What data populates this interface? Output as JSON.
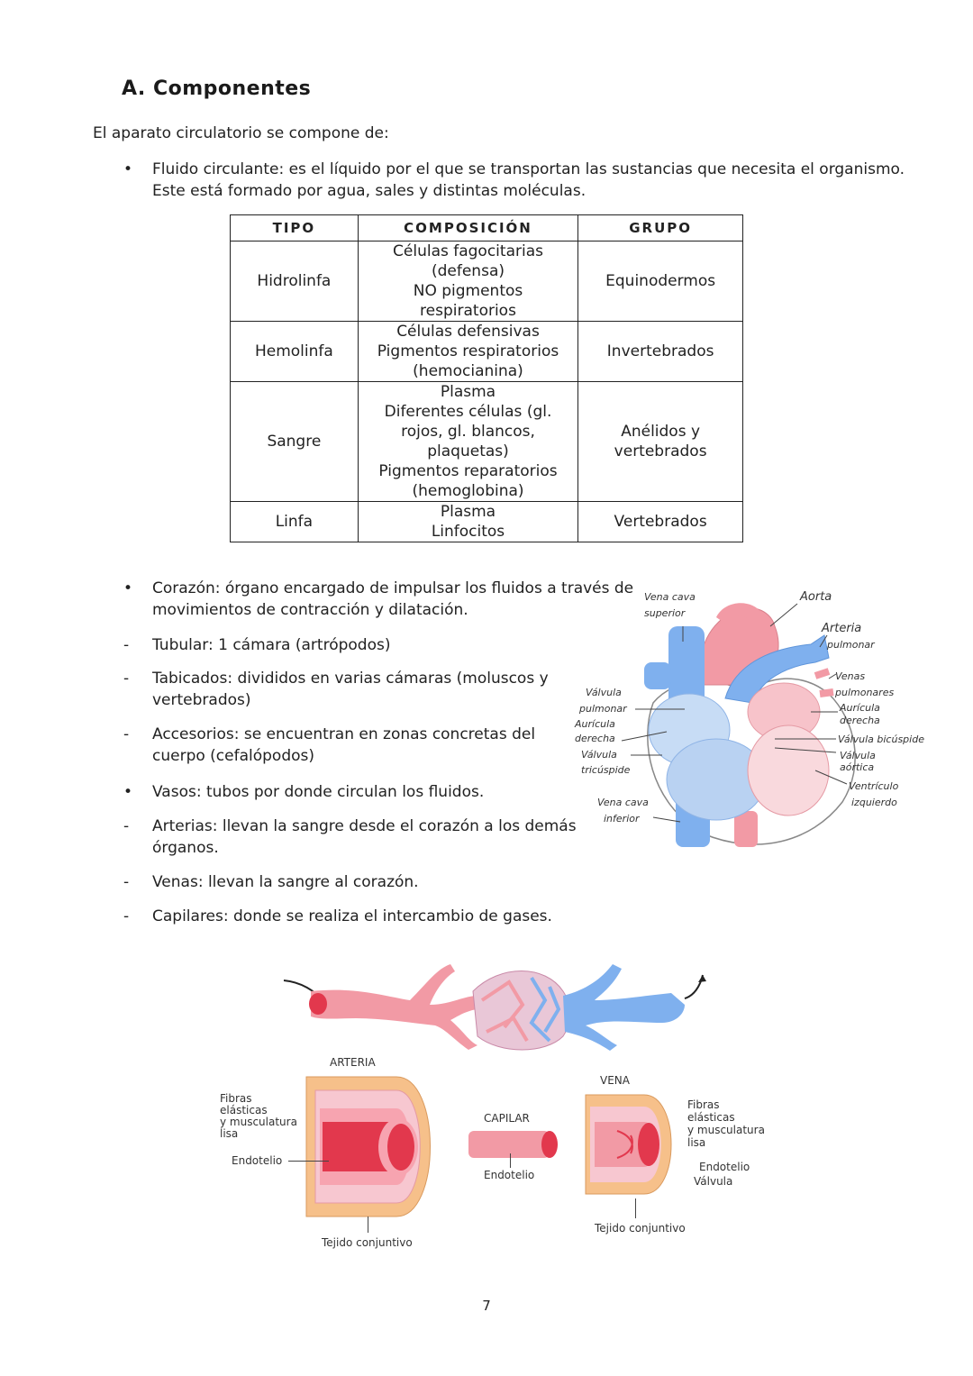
{
  "section": {
    "title": "A. Componentes"
  },
  "intro": "El aparato circulatorio se compone de:",
  "fluid_bullet": {
    "line1": "Fluido circulante: es el líquido por el que se transportan las sustancias que necesita el organismo.",
    "line2": "Este está formado por agua, sales y distintas moléculas."
  },
  "table": {
    "headers": [
      "TIPO",
      "COMPOSICIÓN",
      "GRUPO"
    ],
    "rows": [
      {
        "tipo": "Hidrolinfa",
        "composicion": [
          "Células fagocitarias",
          "(defensa)",
          "NO pigmentos",
          "respiratorios"
        ],
        "grupo": [
          "Equinodermos"
        ]
      },
      {
        "tipo": "Hemolinfa",
        "composicion": [
          "Células defensivas",
          "Pigmentos respiratorios",
          "(hemocianina)"
        ],
        "grupo": [
          "Invertebrados"
        ]
      },
      {
        "tipo": "Sangre",
        "composicion": [
          "Plasma",
          "Diferentes células (gl.",
          "rojos, gl. blancos,",
          "plaquetas)",
          "Pigmentos reparatorios",
          "(hemoglobina)"
        ],
        "grupo": [
          "Anélidos y",
          "vertebrados"
        ]
      },
      {
        "tipo": "Linfa",
        "composicion": [
          "Plasma",
          "Linfocitos"
        ],
        "grupo": [
          "Vertebrados"
        ]
      }
    ]
  },
  "list": [
    {
      "mark": "•",
      "lines": [
        "Corazón: órgano encargado de impulsar los fluidos a través de",
        "movimientos de contracción y dilatación."
      ]
    },
    {
      "mark": "-",
      "lines": [
        "Tubular: 1 cámara (artrópodos)"
      ]
    },
    {
      "mark": "-",
      "lines": [
        "Tabicados: divididos en varias cámaras (moluscos y",
        "vertebrados)"
      ]
    },
    {
      "mark": "-",
      "lines": [
        "Accesorios: se encuentran en zonas concretas del",
        "cuerpo (cefalópodos)"
      ]
    },
    {
      "mark": "•",
      "lines": [
        "Vasos: tubos por donde circulan los fluidos."
      ]
    },
    {
      "mark": "-",
      "lines": [
        "Arterias: llevan la sangre desde el corazón a los demás",
        "órganos."
      ]
    },
    {
      "mark": "-",
      "lines": [
        "Venas: llevan la sangre al corazón."
      ]
    },
    {
      "mark": "-",
      "lines": [
        "Capilares: donde se realiza el intercambio de gases."
      ]
    }
  ],
  "heart_labels": {
    "vena_cava_sup_1": "Vena cava",
    "vena_cava_sup_2": "superior",
    "aorta": "Aorta",
    "arteria_1": "Arteria",
    "arteria_2": "pulmonar",
    "venas_1": "Venas",
    "venas_2": "pulmonares",
    "auricula_der_r1": "Aurícula",
    "auricula_der_r2": "derecha",
    "valvula_bicuspide": "Válvula bicúspide",
    "valvula_aortica_1": "Válvula",
    "valvula_aortica_2": "aórtica",
    "ventriculo_1": "Ventrículo",
    "ventriculo_2": "izquierdo",
    "valvula_pulm_1": "Válvula",
    "valvula_pulm_2": "pulmonar",
    "auricula_l_1": "Aurícula",
    "auricula_l_2": "derecha",
    "valvula_tric_1": "Válvula",
    "valvula_tric_2": "tricúspide",
    "vena_cava_inf_1": "Vena cava",
    "vena_cava_inf_2": "inferior"
  },
  "vessel_labels": {
    "arteria": "ARTERIA",
    "capilar": "CAPILAR",
    "vena": "VENA",
    "fibras_l": [
      "Fibras",
      "elásticas",
      "y musculatura",
      "lisa"
    ],
    "endotelio_l": "Endotelio",
    "tejido_l": "Tejido conjuntivo",
    "endotelio_c": "Endotelio",
    "fibras_r": [
      "Fibras",
      "elásticas",
      "y musculatura",
      "lisa"
    ],
    "endotelio_r": "Endotelio",
    "valvula_r": "Válvula",
    "tejido_r": "Tejido conjuntivo"
  },
  "colors": {
    "artery": "#f08a96",
    "vein": "#7fb0ee",
    "artery_dark": "#e2384d"
  },
  "page_number": "7"
}
